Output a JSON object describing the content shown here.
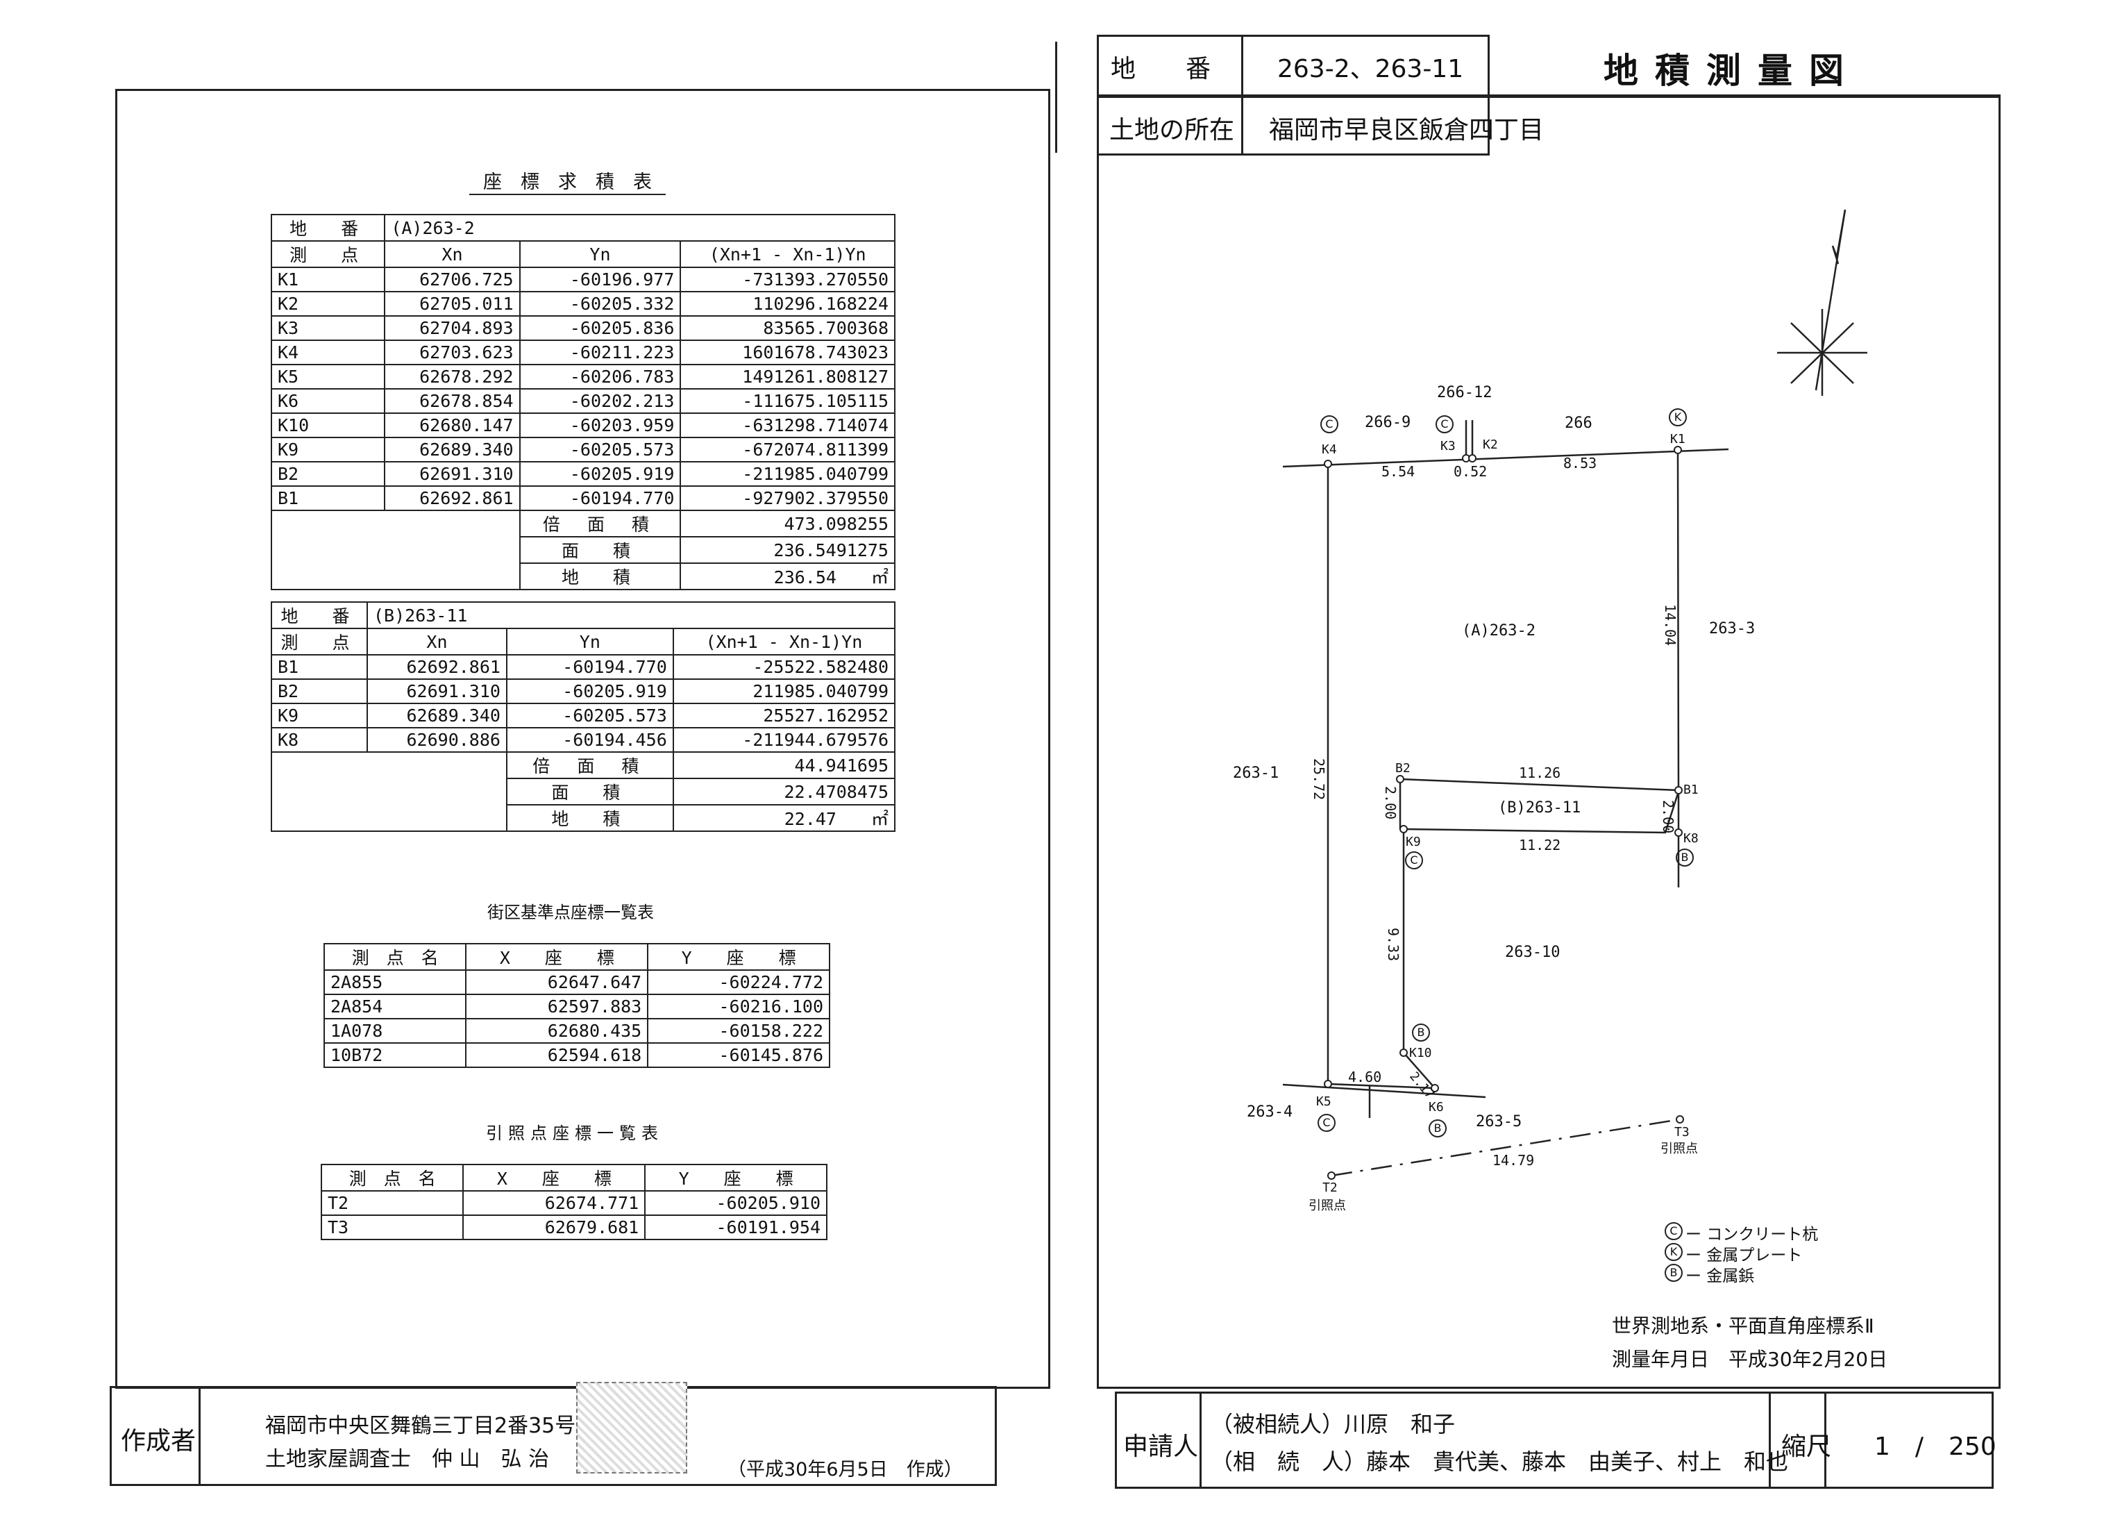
{
  "header": {
    "chiban_label": "地　　番",
    "chiban_value": "263-2、263-11",
    "title": "地積測量図",
    "location_label": "土地の所在",
    "location_value": "福岡市早良区飯倉四丁目"
  },
  "table_a": {
    "title": "座　標　求　積　表",
    "chiban_label": "地　番",
    "chiban_value": "(A)263-2",
    "col_point": "測　点",
    "col_x": "Xn",
    "col_y": "Yn",
    "col_calc": "(Xn+1 - Xn-1)Yn",
    "rows": [
      [
        "K1",
        "62706.725",
        "-60196.977",
        "-731393.270550"
      ],
      [
        "K2",
        "62705.011",
        "-60205.332",
        "110296.168224"
      ],
      [
        "K3",
        "62704.893",
        "-60205.836",
        "83565.700368"
      ],
      [
        "K4",
        "62703.623",
        "-60211.223",
        "1601678.743023"
      ],
      [
        "K5",
        "62678.292",
        "-60206.783",
        "1491261.808127"
      ],
      [
        "K6",
        "62678.854",
        "-60202.213",
        "-111675.105115"
      ],
      [
        "K10",
        "62680.147",
        "-60203.959",
        "-631298.714074"
      ],
      [
        "K9",
        "62689.340",
        "-60205.573",
        "-672074.811399"
      ],
      [
        "B2",
        "62691.310",
        "-60205.919",
        "-211985.040799"
      ],
      [
        "B1",
        "62692.861",
        "-60194.770",
        "-927902.379550"
      ]
    ],
    "double_area_label": "倍 面 積",
    "double_area": "473.098255",
    "area_label": "面　積",
    "area": "236.5491275",
    "land_area_label": "地　積",
    "land_area": "236.54",
    "unit": "㎡"
  },
  "table_b": {
    "chiban_label": "地　番",
    "chiban_value": "(B)263-11",
    "col_point": "測　点",
    "col_x": "Xn",
    "col_y": "Yn",
    "col_calc": "(Xn+1 - Xn-1)Yn",
    "rows": [
      [
        "B1",
        "62692.861",
        "-60194.770",
        "-25522.582480"
      ],
      [
        "B2",
        "62691.310",
        "-60205.919",
        "211985.040799"
      ],
      [
        "K9",
        "62689.340",
        "-60205.573",
        "25527.162952"
      ],
      [
        "K8",
        "62690.886",
        "-60194.456",
        "-211944.679576"
      ]
    ],
    "double_area_label": "倍 面 積",
    "double_area": "44.941695",
    "area_label": "面　積",
    "area": "22.4708475",
    "land_area_label": "地　積",
    "land_area": "22.47",
    "unit": "㎡"
  },
  "block_table": {
    "title": "街区基準点座標一覧表",
    "col_name": "測　点　名",
    "col_x": "X　　座　　標",
    "col_y": "Y　　座　　標",
    "rows": [
      [
        "2A855",
        "62647.647",
        "-60224.772"
      ],
      [
        "2A854",
        "62597.883",
        "-60216.100"
      ],
      [
        "1A078",
        "62680.435",
        "-60158.222"
      ],
      [
        "10B72",
        "62594.618",
        "-60145.876"
      ]
    ]
  },
  "ref_table": {
    "title": "引照点座標一覧表",
    "col_name": "測　点　名",
    "col_x": "X　　座　　標",
    "col_y": "Y　　座　　標",
    "rows": [
      [
        "T2",
        "62674.771",
        "-60205.910"
      ],
      [
        "T3",
        "62679.681",
        "-60191.954"
      ]
    ]
  },
  "map": {
    "parcels": [
      "266-9",
      "266-12",
      "266",
      "263-3",
      "(A)263-2",
      "263-1",
      "(B)263-11",
      "263-10",
      "263-4",
      "263-5"
    ],
    "points": [
      "K1",
      "K2",
      "K3",
      "K4",
      "K5",
      "K6",
      "K8",
      "K9",
      "K10",
      "B1",
      "B2",
      "T2",
      "T3"
    ],
    "distances": [
      "5.54",
      "0.52",
      "8.53",
      "14.04",
      "25.72",
      "11.26",
      "2.00",
      "2.00",
      "11.22",
      "9.33",
      "4.60",
      "2.17",
      "14.79"
    ],
    "ref_label": "引照点",
    "marker_c": "C",
    "marker_k": "K",
    "marker_b": "B"
  },
  "legend": {
    "c": "ー コンクリート杭",
    "k": "ー 金属プレート",
    "b": "ー 金属鋲"
  },
  "system": "世界測地系・平面直角座標系Ⅱ",
  "survey_date": "測量年月日　平成30年2月20日",
  "footer": {
    "author_label": "作成者",
    "author_address": "福岡市中央区舞鶴三丁目2番35号",
    "author_name": "土地家屋調査士　仲 山　弘 治",
    "author_date": "（平成30年6月5日　作成）",
    "applicant_label": "申請人",
    "applicant_1": "（被相続人）川原　和子",
    "applicant_2": "（相　続　人）藤本　貴代美、藤本　由美子、村上　和也",
    "scale_label": "縮尺",
    "scale_value": "1　/　250"
  }
}
